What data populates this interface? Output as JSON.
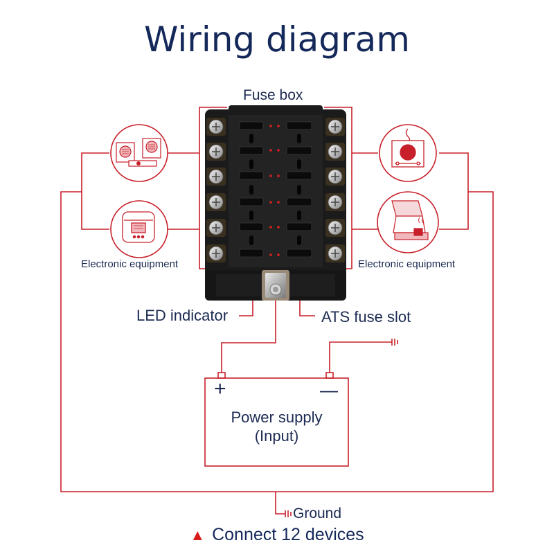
{
  "title": "Wiring diagram",
  "labels": {
    "fuse_box": "Fuse box",
    "left_equipment": "Electronic equipment",
    "right_equipment": "Electronic equipment",
    "led_indicator": "LED indicator",
    "ats_fuse_slot": "ATS fuse slot",
    "plus": "+",
    "minus": "—",
    "power_supply_line1": "Power supply",
    "power_supply_line2": "(Input)",
    "ground": "Ground",
    "connect": "Connect 12 devices"
  },
  "icons": {
    "left_top": "speaker-device-icon",
    "left_bottom": "rice-cooker-icon",
    "right_top": "induction-cooker-icon",
    "right_bottom": "waffle-maker-icon",
    "footer": "warning-triangle-icon"
  },
  "colors": {
    "wire": "#c8202a",
    "text": "#1c2a52",
    "title": "#14285a",
    "fuse_box_body": "#1b1b1b",
    "led": "#e02020"
  }
}
